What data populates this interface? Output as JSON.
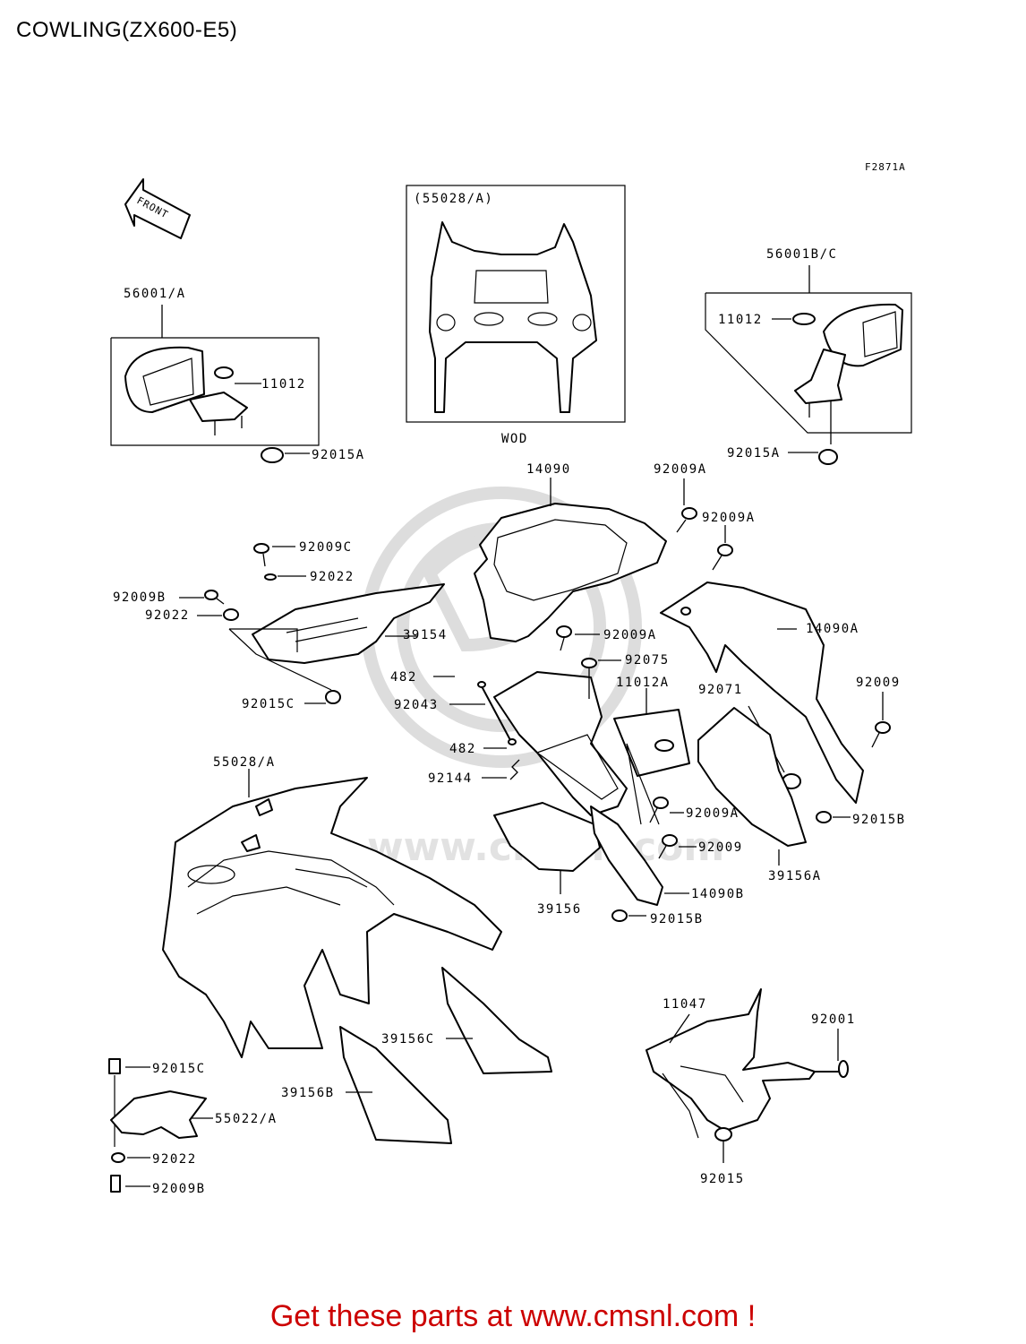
{
  "title": "COWLING(ZX600-E5)",
  "ref_code": "F2871A",
  "front_label": "FRONT",
  "inset_label": "(55028/A)",
  "inset_sublabel": "WOD",
  "watermark": "www.cmsnl.com",
  "footer": "Get these parts at www.cmsnl.com !",
  "parts": {
    "p56001A": "56001/A",
    "p11012_l": "11012",
    "p92015A_l": "92015A",
    "p56001BC": "56001B/C",
    "p11012_r": "11012",
    "p92015A_r": "92015A",
    "p14090": "14090",
    "p92009A_1": "92009A",
    "p92009A_2": "92009A",
    "p92009C": "92009C",
    "p92022_1": "92022",
    "p92009B_1": "92009B",
    "p92022_2": "92022",
    "p39154": "39154",
    "p92009A_3": "92009A",
    "p92075": "92075",
    "p14090A": "14090A",
    "p482_1": "482",
    "p92043": "92043",
    "p11012A": "11012A",
    "p92071": "92071",
    "p92009_1": "92009",
    "p92015C_1": "92015C",
    "p482_2": "482",
    "p55028A": "55028/A",
    "p92144": "92144",
    "p92009A_4": "92009A",
    "p92015B_1": "92015B",
    "p92009_2": "92009",
    "p39156A": "39156A",
    "p14090B": "14090B",
    "p39156": "39156",
    "p92015B_2": "92015B",
    "p11047": "11047",
    "p92001": "92001",
    "p39156C": "39156C",
    "p92015C_2": "92015C",
    "p39156B": "39156B",
    "p55022A": "55022/A",
    "p92022_3": "92022",
    "p92015": "92015",
    "p92009B_2": "92009B"
  }
}
